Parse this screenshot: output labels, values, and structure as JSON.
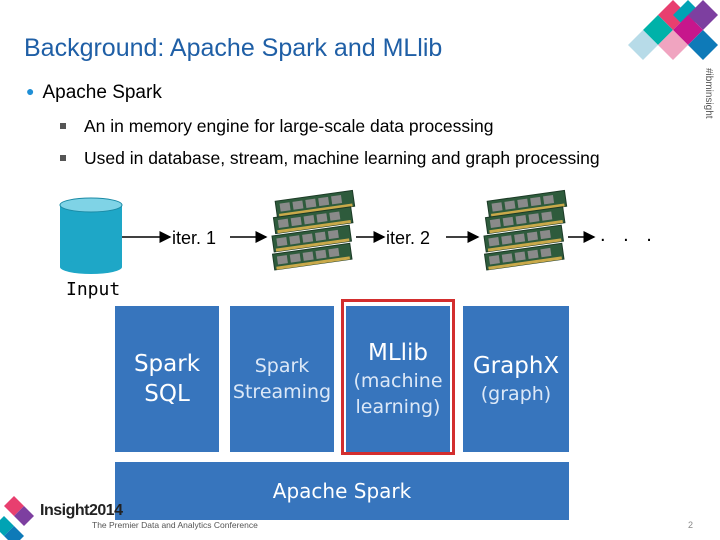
{
  "slide": {
    "title": "Background: Apache Spark and MLlib",
    "side_tag": "#ibminsight",
    "page_number": "2"
  },
  "bullets": {
    "main": "Apache Spark",
    "sub1": "An in memory engine for large-scale data processing",
    "sub2": "Used in database, stream, machine learning and graph processing"
  },
  "flow": {
    "iter1": "iter. 1",
    "iter2": "iter. 2",
    "ellipsis": ". . .",
    "input": "Input"
  },
  "stack": {
    "spark_sql_1": "Spark",
    "spark_sql_2": "SQL",
    "streaming_1": "Spark",
    "streaming_2": "Streaming",
    "mllib_1": "MLlib",
    "mllib_2": "(machine",
    "mllib_3": "learning)",
    "graphx_1": "GraphX",
    "graphx_2": "(graph)",
    "core": "Apache Spark"
  },
  "footer": {
    "brand": "Insight2014",
    "tagline": "The Premier Data and Analytics Conference"
  },
  "colors": {
    "title_blue": "#1f5fa6",
    "stack_blue": "#3775bd",
    "db_cyan": "#1ea7c7",
    "highlight_red": "#d32e2e",
    "ram_green": "#2e5b3c"
  }
}
